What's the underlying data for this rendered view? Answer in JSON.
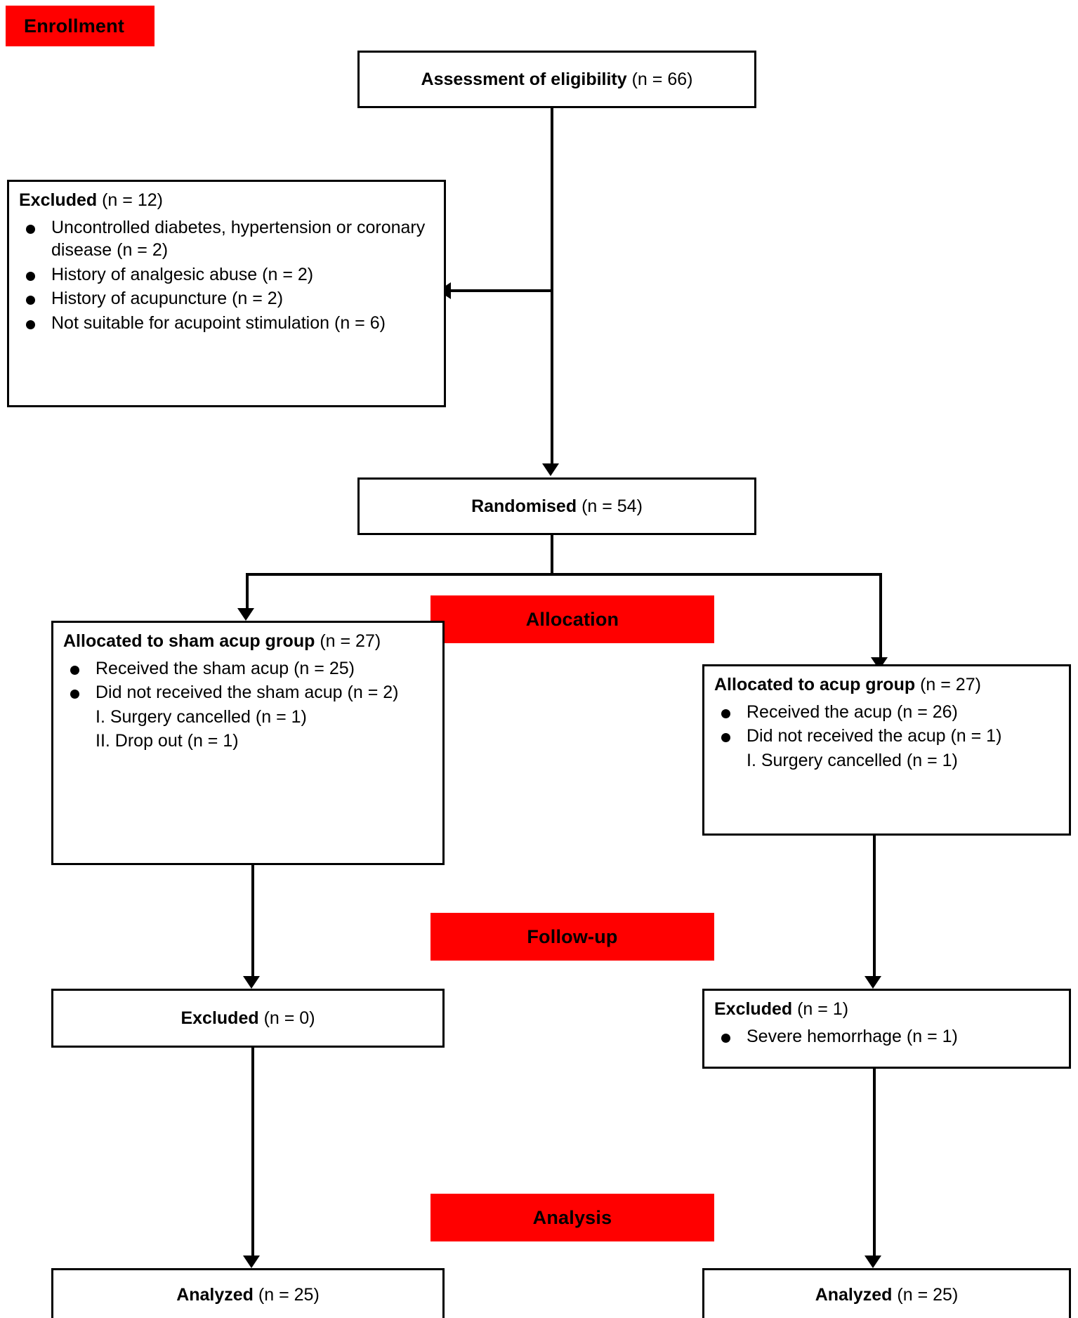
{
  "bands": {
    "enrollment": "Enrollment",
    "allocation": "Allocation",
    "followup": "Follow-up",
    "analysis": "Analysis"
  },
  "boxes": {
    "eligibility": {
      "title": "Assessment of eligibility",
      "count": "(n = 66)"
    },
    "excluded_enrollment": {
      "title": "Excluded",
      "count": "(n = 12)",
      "items": [
        "Uncontrolled diabetes, hypertension or coronary disease (n = 2)",
        "History of analgesic abuse (n = 2)",
        "History of  acupuncture (n = 2)",
        "Not suitable for acupoint stimulation (n = 6)"
      ]
    },
    "randomised": {
      "title": "Randomised",
      "count": "(n = 54)"
    },
    "alloc_left": {
      "title": "Allocated to sham acup group",
      "count": "(n = 27)",
      "items": [
        "Received the sham acup (n = 25)",
        "Did not received the sham acup (n = 2)"
      ],
      "subitems": [
        "I. Surgery cancelled (n = 1)",
        "II. Drop out (n = 1)"
      ]
    },
    "alloc_right": {
      "title": "Allocated to acup group",
      "count": "(n = 27)",
      "items": [
        "Received the acup (n = 26)",
        "Did not received the acup (n = 1)"
      ],
      "subitems": [
        "I. Surgery cancelled (n = 1)"
      ]
    },
    "excluded_left": {
      "title": "Excluded",
      "count": "(n = 0)",
      "items": []
    },
    "excluded_right": {
      "title": "Excluded",
      "count": "(n = 1)",
      "items": [
        "Severe hemorrhage (n = 1)"
      ]
    },
    "analyzed_left": {
      "title": "Analyzed",
      "count": "(n = 25)"
    },
    "analyzed_right": {
      "title": "Analyzed",
      "count": "(n = 25)"
    }
  },
  "colors": {
    "band_background": "#ff0000",
    "box_border": "#000000",
    "text": "#000000",
    "page_background": "#ffffff"
  }
}
